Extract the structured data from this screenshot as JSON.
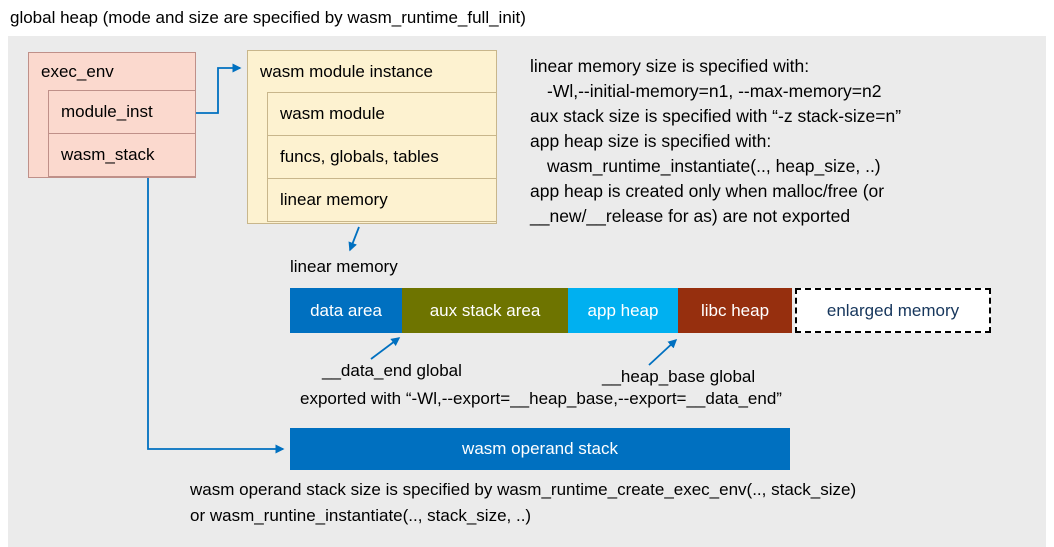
{
  "title": "global heap (mode and size are specified by wasm_runtime_full_init)",
  "colors": {
    "arrow": "#0070c0",
    "canvas_bg": "#ebebeb",
    "pink_box_bg": "#fbd9ce",
    "cream_box_bg": "#fdf2d0"
  },
  "exec_env": {
    "title": "exec_env",
    "rows": [
      "module_inst",
      "wasm_stack"
    ]
  },
  "module_instance": {
    "title": "wasm module instance",
    "rows": [
      "wasm module",
      "funcs, globals, tables",
      "linear memory"
    ]
  },
  "notes": {
    "lines": [
      "linear memory size is specified with:",
      "-Wl,--initial-memory=n1, --max-memory=n2",
      "aux stack size is specified with “-z stack-size=n”",
      "app heap size is specified with:",
      "wasm_runtime_instantiate(.., heap_size, ..)",
      "app heap is created only when malloc/free (or",
      "__new/__release for as) are not exported"
    ]
  },
  "linear_memory": {
    "label": "linear memory",
    "segments": [
      {
        "label": "data area",
        "bg": "#0070c0",
        "fg": "#ffffff"
      },
      {
        "label": "aux stack area",
        "bg": "#6e7400",
        "fg": "#ffffff"
      },
      {
        "label": "app heap",
        "bg": "#00b0f0",
        "fg": "#ffffff"
      },
      {
        "label": "libc heap",
        "bg": "#962f0e",
        "fg": "#ffffff"
      },
      {
        "label": "enlarged memory",
        "bg": "#ffffff",
        "fg": "#16365c"
      }
    ],
    "data_end_label": "__data_end global",
    "heap_base_label": "__heap_base global",
    "export_note": "exported with “-Wl,--export=__heap_base,--export=__data_end”"
  },
  "operand_stack": {
    "label": "wasm operand stack",
    "note_line1": "wasm operand stack size is specified by wasm_runtime_create_exec_env(.., stack_size)",
    "note_line2": "or wasm_runtine_instantiate(.., stack_size, ..)"
  }
}
